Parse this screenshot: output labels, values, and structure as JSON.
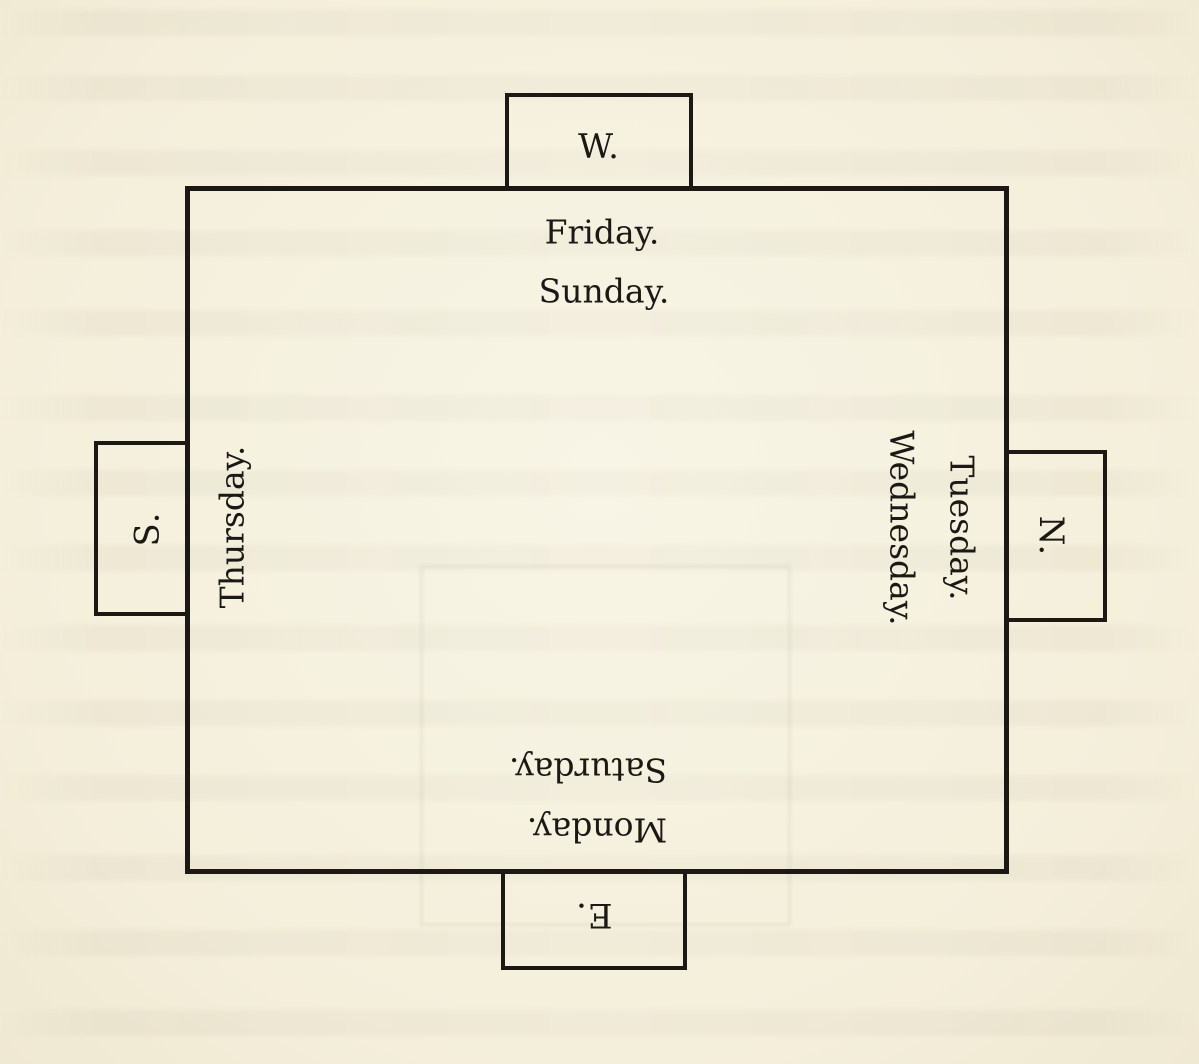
{
  "diagram": {
    "directions": {
      "top": "W.",
      "bottom": "E.",
      "left": "S.",
      "right": "N."
    },
    "days": {
      "top": [
        "Friday.",
        "Sunday."
      ],
      "bottom": [
        "Monday.",
        "Saturday."
      ],
      "left": [
        "Thursday."
      ],
      "right": [
        "Tuesday.",
        "Wednesday."
      ]
    }
  }
}
